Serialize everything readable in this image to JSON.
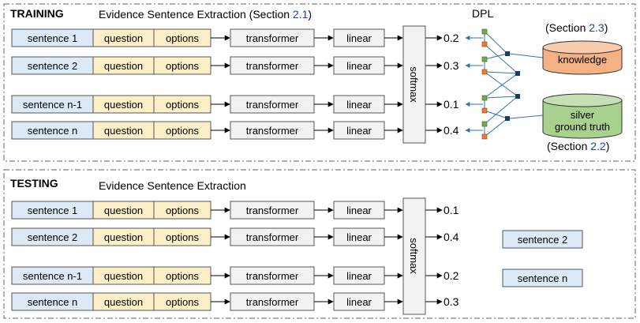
{
  "training": {
    "heading": "TRAINING",
    "title_prefix": "Evidence Sentence Extraction (Section ",
    "title_ref": "2.1",
    "title_suffix": ")",
    "dpl_label": "DPL",
    "rows": [
      {
        "sentence": "sentence 1",
        "question": "question",
        "options": "options",
        "transformer": "transformer",
        "linear": "linear",
        "score": "0.2"
      },
      {
        "sentence": "sentence 2",
        "question": "question",
        "options": "options",
        "transformer": "transformer",
        "linear": "linear",
        "score": "0.3"
      },
      {
        "sentence": "sentence n-1",
        "question": "question",
        "options": "options",
        "transformer": "transformer",
        "linear": "linear",
        "score": "0.1"
      },
      {
        "sentence": "sentence n",
        "question": "question",
        "options": "options",
        "transformer": "transformer",
        "linear": "linear",
        "score": "0.4"
      }
    ],
    "softmax": "softmax",
    "knowledge": {
      "label": "knowledge",
      "section_prefix": "(Section ",
      "section_ref": "2.3",
      "section_suffix": ")"
    },
    "silver": {
      "line1": "silver",
      "line2": "ground truth",
      "section_prefix": "(Section ",
      "section_ref": "2.2",
      "section_suffix": ")"
    }
  },
  "testing": {
    "heading": "TESTING",
    "title": "Evidence Sentence Extraction",
    "rows": [
      {
        "sentence": "sentence 1",
        "question": "question",
        "options": "options",
        "transformer": "transformer",
        "linear": "linear",
        "score": "0.1"
      },
      {
        "sentence": "sentence 2",
        "question": "question",
        "options": "options",
        "transformer": "transformer",
        "linear": "linear",
        "score": "0.4"
      },
      {
        "sentence": "sentence n-1",
        "question": "question",
        "options": "options",
        "transformer": "transformer",
        "linear": "linear",
        "score": "0.2"
      },
      {
        "sentence": "sentence n",
        "question": "question",
        "options": "options",
        "transformer": "transformer",
        "linear": "linear",
        "score": "0.3"
      }
    ],
    "softmax": "softmax",
    "outputs": [
      "sentence 2",
      "sentence n"
    ]
  },
  "colors": {
    "sentence_fill": "#dce9f6",
    "qo_fill": "#fdf0c8",
    "gray_fill": "#f2f2f2",
    "knowledge_fill": "#f4b183",
    "silver_fill": "#a9d18e",
    "ref_text": "#1f3fb5",
    "node_green": "#70ad47",
    "node_orange": "#ed7d31",
    "node_dark": "#1f3864",
    "edge_blue": "#2e75b6"
  }
}
